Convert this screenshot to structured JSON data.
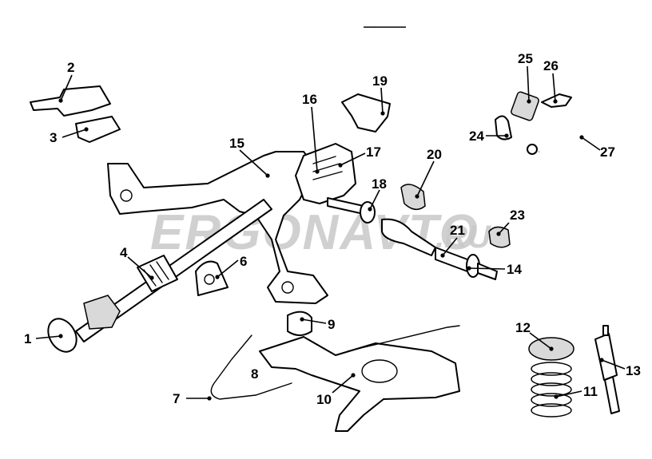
{
  "diagram": {
    "title": "Rear suspension and driveline exploded view",
    "watermark": {
      "main": "ERGONAVTO",
      "suffix": ".RU"
    },
    "callouts": [
      {
        "id": "1",
        "label": "1"
      },
      {
        "id": "2",
        "label": "2"
      },
      {
        "id": "3",
        "label": "3"
      },
      {
        "id": "4",
        "label": "4"
      },
      {
        "id": "6",
        "label": "6"
      },
      {
        "id": "7",
        "label": "7"
      },
      {
        "id": "8",
        "label": "8"
      },
      {
        "id": "9",
        "label": "9"
      },
      {
        "id": "10",
        "label": "10"
      },
      {
        "id": "11",
        "label": "11"
      },
      {
        "id": "12",
        "label": "12"
      },
      {
        "id": "13",
        "label": "13"
      },
      {
        "id": "14",
        "label": "14"
      },
      {
        "id": "15",
        "label": "15"
      },
      {
        "id": "16",
        "label": "16"
      },
      {
        "id": "17",
        "label": "17"
      },
      {
        "id": "18",
        "label": "18"
      },
      {
        "id": "19",
        "label": "19"
      },
      {
        "id": "20",
        "label": "20"
      },
      {
        "id": "21",
        "label": "21"
      },
      {
        "id": "23",
        "label": "23"
      },
      {
        "id": "24",
        "label": "24"
      },
      {
        "id": "25",
        "label": "25"
      },
      {
        "id": "26",
        "label": "26"
      },
      {
        "id": "27",
        "label": "27"
      }
    ],
    "parts": [
      {
        "callout": "1",
        "name": "propshaft-flange"
      },
      {
        "callout": "2",
        "name": "handbrake-lever"
      },
      {
        "callout": "3",
        "name": "handbrake-mount"
      },
      {
        "callout": "4",
        "name": "propshaft-center-bearing"
      },
      {
        "callout": "6",
        "name": "center-bearing-support"
      },
      {
        "callout": "7",
        "name": "handbrake-cable-equalizer"
      },
      {
        "callout": "8",
        "name": "handbrake-cable"
      },
      {
        "callout": "9",
        "name": "rubber-bump-stop"
      },
      {
        "callout": "10",
        "name": "rear-trailing-arm"
      },
      {
        "callout": "11",
        "name": "coil-spring"
      },
      {
        "callout": "12",
        "name": "spring-seat"
      },
      {
        "callout": "13",
        "name": "shock-absorber"
      },
      {
        "callout": "14",
        "name": "drive-shaft-inner-joint"
      },
      {
        "callout": "15",
        "name": "rear-subframe"
      },
      {
        "callout": "16",
        "name": "differential-housing"
      },
      {
        "callout": "17",
        "name": "differential-cover"
      },
      {
        "callout": "18",
        "name": "drive-shaft-flange"
      },
      {
        "callout": "19",
        "name": "differential-mount"
      },
      {
        "callout": "20",
        "name": "cv-boot"
      },
      {
        "callout": "21",
        "name": "drive-shaft"
      },
      {
        "callout": "23",
        "name": "outer-cv-boot"
      },
      {
        "callout": "24",
        "name": "anti-roll-bar-link"
      },
      {
        "callout": "25",
        "name": "anti-roll-bar-bushing"
      },
      {
        "callout": "26",
        "name": "anti-roll-bar-clamp"
      },
      {
        "callout": "27",
        "name": "anti-roll-bar"
      }
    ]
  }
}
